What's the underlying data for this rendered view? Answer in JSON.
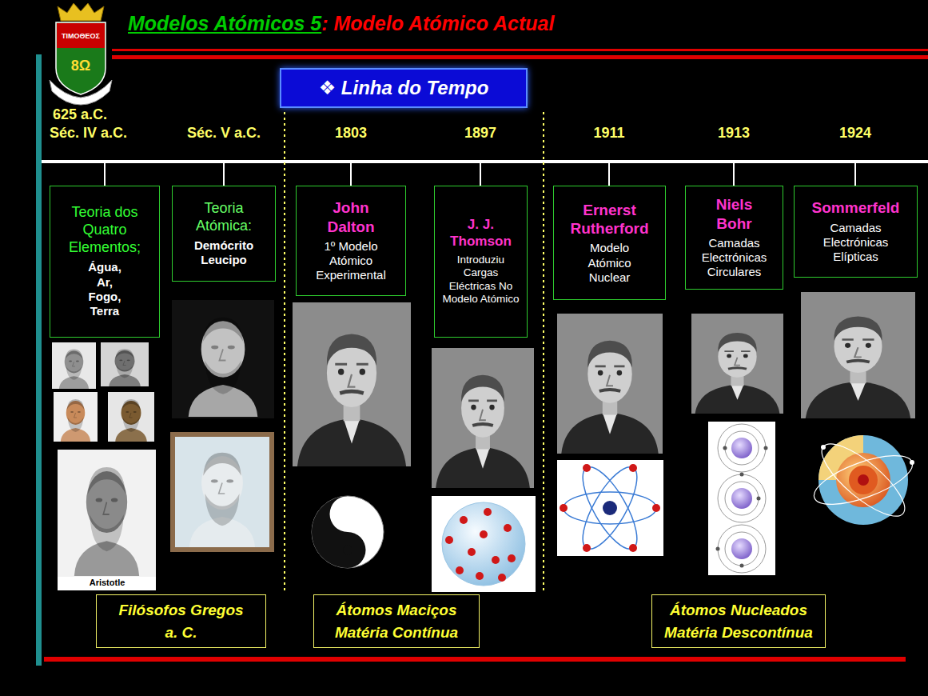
{
  "diagram": {
    "title": "Modelos Atómicos 5",
    "nodes": [
      {
        "text": [
          "❖ Linha do Tempo"
        ]
      },
      {
        "text": [
          "Teoria dos Quatro Elementos;",
          "Água, Ar, Fogo, Terra"
        ]
      },
      {
        "text": [
          "Teoria Atómica:",
          "Demócrito Leucipo"
        ]
      },
      {
        "text": [
          "John Dalton",
          "1º Modelo Atómico Experimental"
        ]
      },
      {
        "text": [
          "J. J. Thomson",
          "Introduziu Cargas Eléctricas No Modelo Atómico"
        ]
      },
      {
        "text": [
          "Ernerst Rutherford",
          "Modelo Atómico Nuclear"
        ]
      },
      {
        "text": [
          "Niels Bohr",
          "Camadas Electrónicas Circulares"
        ]
      },
      {
        "text": [
          "Sommerfeld",
          "Camadas Electrónicas Elípticas"
        ]
      },
      {
        "text": [
          "Filósofos Gregos",
          "a. C."
        ]
      },
      {
        "text": [
          "Átomos Maciços",
          "Matéria Contínua"
        ]
      },
      {
        "text": [
          "Átomos Nucleados",
          "Matéria Descontínua"
        ]
      }
    ],
    "labels": [
      ": Modelo Atómico Actual",
      "ΤΙΜΟΘΕΟΣ",
      "8Ω",
      "625 a.C.",
      "Séc. IV a.C.",
      "Séc. V a.C.",
      "1803",
      "1897",
      "1911",
      "1913",
      "1924",
      "Aristotle"
    ]
  }
}
